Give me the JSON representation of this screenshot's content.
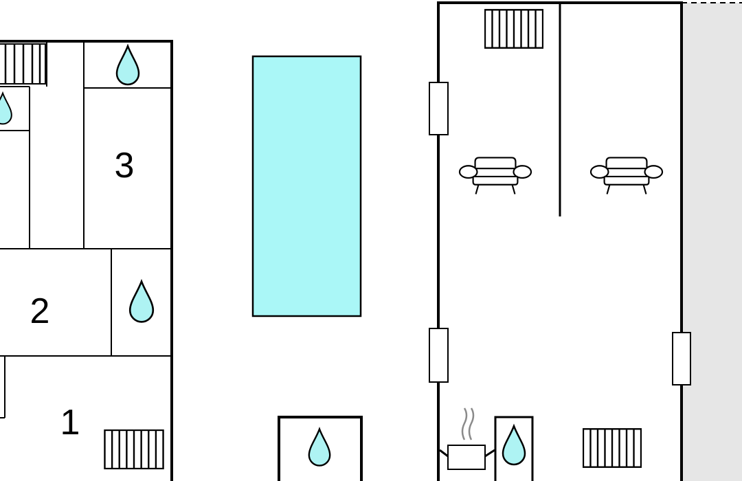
{
  "rooms": [
    {
      "id": "room-1",
      "label": "1"
    },
    {
      "id": "room-2",
      "label": "2"
    },
    {
      "id": "room-3",
      "label": "3"
    }
  ],
  "colors": {
    "pool": "#aaf7f7",
    "water_drop": "#aef3f3",
    "terrace": "#e6e6e6",
    "wall": "#000000"
  },
  "icons": [
    "radiator-icon",
    "water-drop-icon",
    "sofa-icon",
    "window-icon",
    "stove-icon",
    "staircase-icon"
  ]
}
